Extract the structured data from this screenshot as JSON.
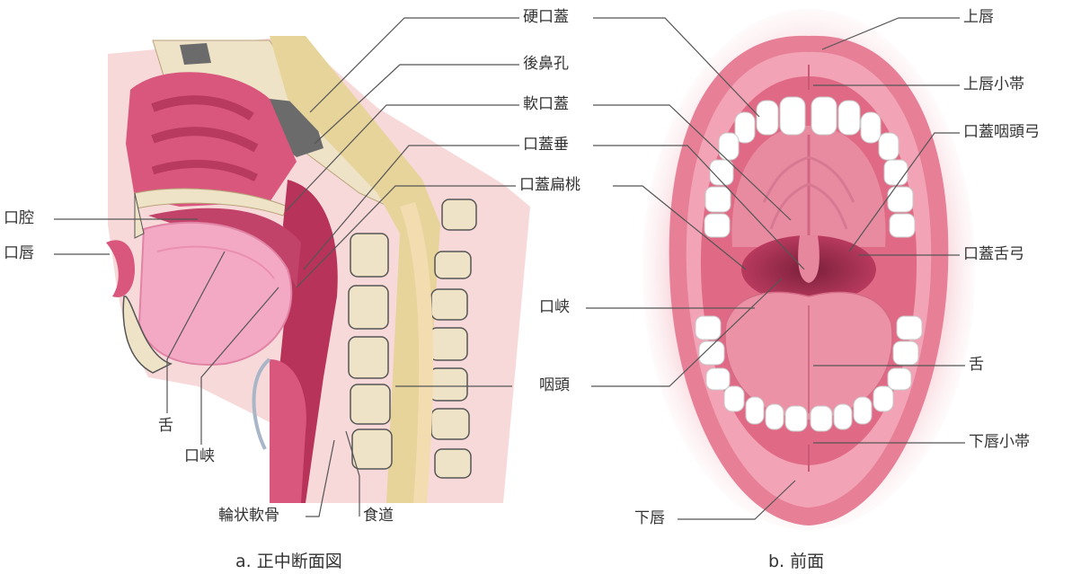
{
  "captions": {
    "sagittal": "a. 正中断面図",
    "frontal": "b. 前面"
  },
  "left_labels": {
    "oral_cavity": "口腔",
    "lips": "口唇",
    "tongue": "舌",
    "fauces": "口峡",
    "cricoid": "輪状軟骨",
    "esophagus": "食道"
  },
  "center_labels": {
    "hard_palate": "硬口蓋",
    "choanae": "後鼻孔",
    "soft_palate": "軟口蓋",
    "uvula": "口蓋垂",
    "palatine_tonsil": "口蓋扁桃",
    "fauces": "口峡",
    "pharynx": "咽頭"
  },
  "right_labels": {
    "upper_lip": "上唇",
    "upper_frenulum": "上唇小帯",
    "palatopharyngeal_arch": "口蓋咽頭弓",
    "palatoglossal_arch": "口蓋舌弓",
    "tongue": "舌",
    "lower_frenulum": "下唇小帯",
    "lower_lip": "下唇"
  }
}
